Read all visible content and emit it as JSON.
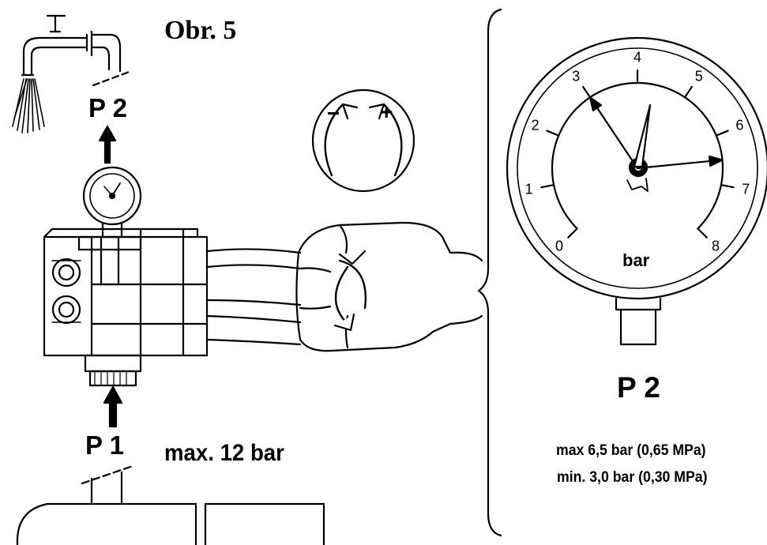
{
  "figure_title": "Obr. 5",
  "outlet_label": "P 2",
  "inlet_label": "P 1",
  "max_inlet_pressure": "max. 12 bar",
  "gauge": {
    "unit": "bar",
    "scale_labels": [
      "0",
      "1",
      "2",
      "3",
      "4",
      "5",
      "6",
      "7",
      "8"
    ],
    "min_pointer_value": 3.0,
    "max_pointer_value": 6.5
  },
  "gauge_label": "P 2",
  "pressure_range": {
    "max_line": "max 6,5 bar (0,65 MPa)",
    "min_line": "min. 3,0 bar (0,30 MPa)"
  },
  "adjust_symbols": {
    "minus": "−",
    "plus": "+"
  }
}
